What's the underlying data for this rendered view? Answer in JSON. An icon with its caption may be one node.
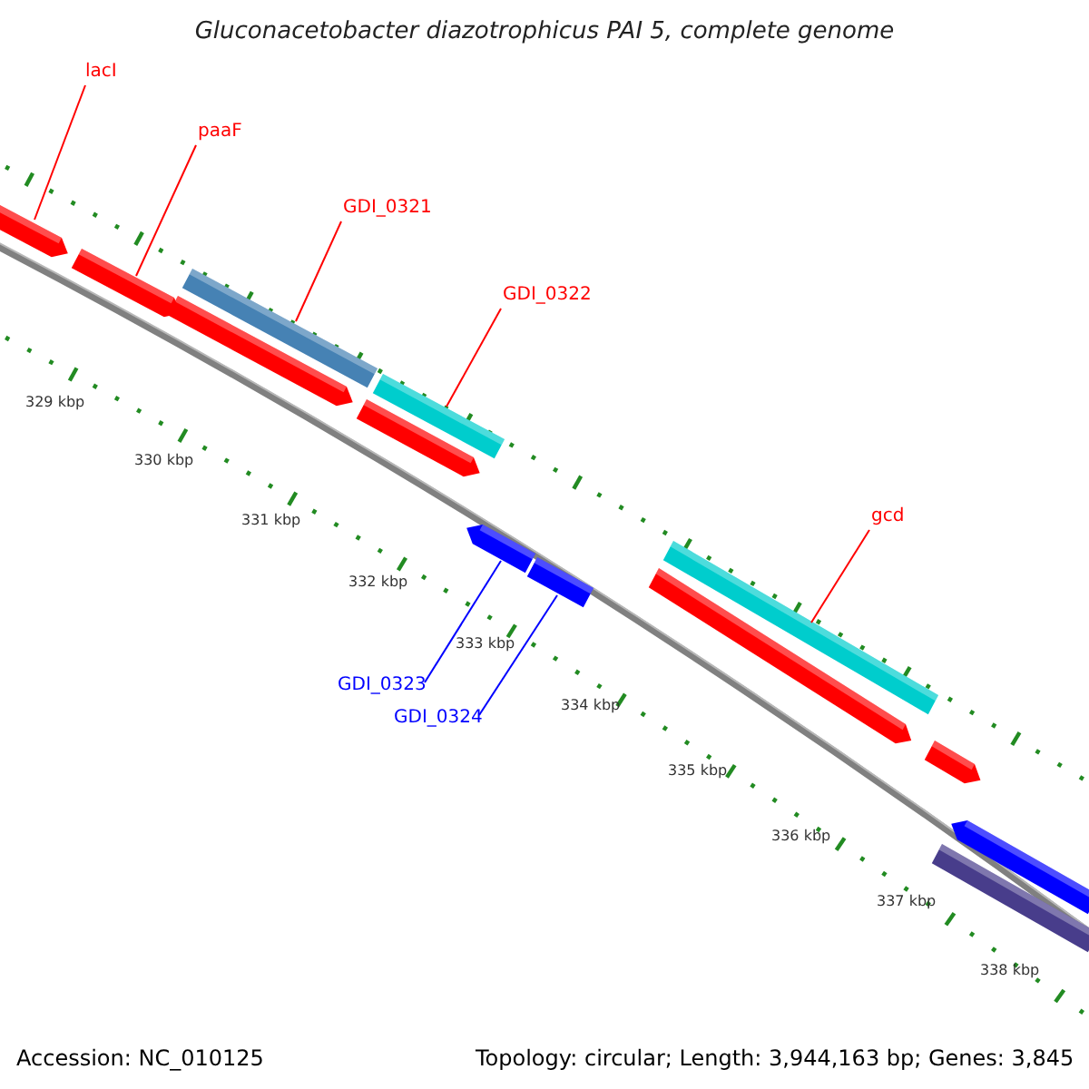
{
  "diagram": {
    "title": "Gluconacetobacter diazotrophicus PAI 5, complete genome",
    "nodes": [
      {
        "text": [
          "lacI"
        ]
      },
      {
        "text": [],
        "shape": "bar"
      },
      {
        "text": [
          "paaF"
        ]
      },
      {
        "text": [],
        "shape": "bar"
      },
      {
        "text": [
          "GDI_0321"
        ]
      },
      {
        "text": [],
        "shape": "bar"
      },
      {
        "text": [
          "GDI_0322"
        ]
      },
      {
        "text": [],
        "shape": "bar"
      },
      {
        "text": [
          "GDI_0323"
        ]
      },
      {
        "text": [],
        "shape": "bar"
      },
      {
        "text": [
          "GDI_0324"
        ]
      },
      {
        "text": [],
        "shape": "bar"
      },
      {
        "text": [
          "gcd"
        ]
      },
      {
        "text": [],
        "shape": "bar"
      }
    ],
    "edges": [
      {
        "from": 0,
        "to": 1,
        "arrow": "none",
        "color": "#ff0000"
      },
      {
        "from": 2,
        "to": 3,
        "arrow": "none",
        "color": "#ff0000"
      },
      {
        "from": 4,
        "to": 5,
        "arrow": "none",
        "color": "#ff0000"
      },
      {
        "from": 6,
        "to": 7,
        "arrow": "none",
        "color": "#ff0000"
      },
      {
        "from": 8,
        "to": 9,
        "arrow": "none",
        "color": "#0000ff"
      },
      {
        "from": 10,
        "to": 11,
        "arrow": "none",
        "color": "#0000ff"
      },
      {
        "from": 12,
        "to": 13,
        "arrow": "none",
        "color": "#ff0000"
      }
    ],
    "labels": [
      "329 kbp",
      "330 kbp",
      "331 kbp",
      "332 kbp",
      "333 kbp",
      "334 kbp",
      "335 kbp",
      "336 kbp",
      "337 kbp",
      "338 kbp",
      "Accession: NC_010125",
      "Topology: circular; Length: 3,944,163 bp; Genes: 3,845"
    ]
  }
}
